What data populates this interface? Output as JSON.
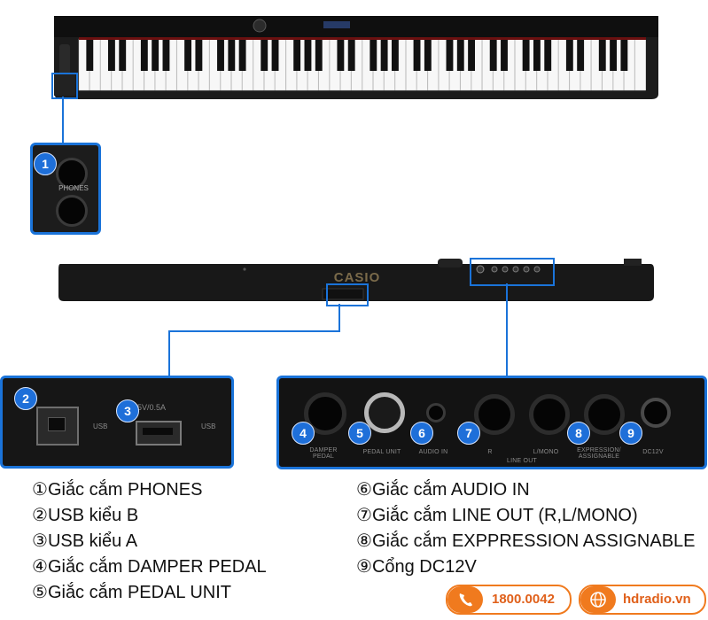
{
  "legend_left": [
    {
      "marker": "①",
      "text": "Giắc cắm PHONES"
    },
    {
      "marker": "②",
      "text": "USB kiểu B"
    },
    {
      "marker": "③",
      "text": "USB kiểu A"
    },
    {
      "marker": "④",
      "text": "Giắc cắm DAMPER PEDAL"
    },
    {
      "marker": "⑤",
      "text": "Giắc cắm PEDAL UNIT"
    }
  ],
  "legend_right": [
    {
      "marker": "⑥",
      "text": "Giắc cắm AUDIO IN"
    },
    {
      "marker": "⑦",
      "text": "Giắc cắm LINE OUT (R,L/MONO)"
    },
    {
      "marker": "⑧",
      "text": "Giắc cắm EXPPRESSION ASSIGNABLE"
    },
    {
      "marker": "⑨",
      "text": "Cổng DC12V"
    }
  ],
  "badges": [
    "1",
    "2",
    "3",
    "4",
    "5",
    "6",
    "7",
    "8",
    "9"
  ],
  "piano_brand": "CASIO",
  "port_labels": {
    "phones": "PHONES",
    "usb_a_rating": "5V/0.5A",
    "usb_symbol": "USB",
    "damper": "DAMPER\nPEDAL",
    "pedal_unit": "PEDAL UNIT",
    "audio_in": "AUDIO IN",
    "line_r": "R",
    "line_l": "L/MONO",
    "line_out": "LINE OUT",
    "expression": "EXPRESSION/\nASSIGNABLE",
    "dc": "DC12V"
  },
  "contact": {
    "phone": "1800.0042",
    "website": "hdradio.vn"
  },
  "colors": {
    "accent_blue": "#1a73d9",
    "contact_orange": "#f07a1e"
  }
}
